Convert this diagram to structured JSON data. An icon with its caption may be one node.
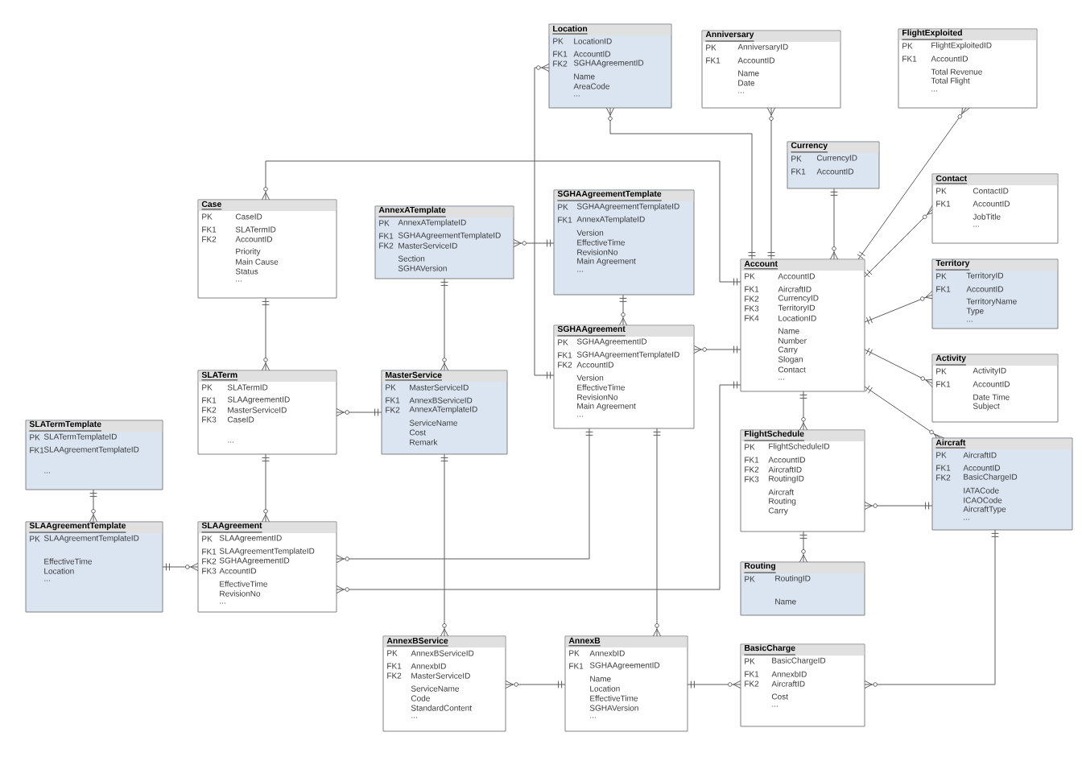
{
  "diagram": {
    "nodes": [
      {
        "text": [
          "Location",
          "PK",
          "LocationID",
          "FK1",
          "AccountID",
          "FK2",
          "SGHAAgreementID",
          "Name",
          "AreaCode",
          "..."
        ]
      },
      {
        "text": [
          "Anniversary",
          "PK",
          "AnniversaryID",
          "FK1",
          "AccountID",
          "Name",
          "Date",
          "..."
        ]
      },
      {
        "text": [
          "FlightExploited",
          "PK",
          "FlightExploitedID",
          "FK1",
          "AccountID",
          "Total Revenue",
          "Total Flight",
          "..."
        ]
      },
      {
        "text": [
          "Currency",
          "PK",
          "CurrencyID",
          "FK1",
          "AccountID"
        ]
      },
      {
        "text": [
          "Contact",
          "PK",
          "ContactID",
          "FK1",
          "AccountID",
          "JobTitle",
          "..."
        ]
      },
      {
        "text": [
          "Case",
          "PK",
          "CaseID",
          "FK1",
          "SLATermID",
          "FK2",
          "AccountID",
          "Priority",
          "Main Cause",
          "Status",
          "..."
        ]
      },
      {
        "text": [
          "AnnexATemplate",
          "PK",
          "AnnexATemplateID",
          "FK1",
          "SGHAAgreementTemplateID",
          "FK2",
          "MasterServiceID",
          "Section",
          "SGHAVersion"
        ]
      },
      {
        "text": [
          "SGHAAgreementTemplate",
          "PK",
          "SGHAAgreementTemplateID",
          "FK1",
          "AnnexATemplateID",
          "Version",
          "EffectiveTime",
          "RevisionNo",
          "Main Agreement",
          "..."
        ]
      },
      {
        "text": [
          "Account",
          "PK",
          "AccountID",
          "FK1",
          "AircraftID",
          "FK2",
          "CurrencyID",
          "FK3",
          "TerritoryID",
          "FK4",
          "LocationID",
          "Name",
          "Number",
          "Carry",
          "Slogan",
          "Contact",
          "..."
        ]
      },
      {
        "text": [
          "Territory",
          "PK",
          "TerritoryID",
          "FK1",
          "AccountID",
          "TerritoryName",
          "Type",
          "..."
        ]
      },
      {
        "text": [
          "SGHAAgreement",
          "PK",
          "SGHAAgreementID",
          "FK1",
          "SGHAAgreementTemplateID",
          "FK2",
          "AccountID",
          "Version",
          "EffectiveTime",
          "RevisionNo",
          "Main Agreement",
          "..."
        ]
      },
      {
        "text": [
          "Activity",
          "PK",
          "ActivityID",
          "FK1",
          "AccountID",
          "Date Time",
          "Subject"
        ]
      },
      {
        "text": [
          "SLATerm",
          "PK",
          "SLATermID",
          "FK1",
          "SLAAgreementID",
          "FK2",
          "MasterServiceID",
          "FK3",
          "CaseID",
          "..."
        ]
      },
      {
        "text": [
          "MasterService",
          "PK",
          "MasterServiceID",
          "FK1",
          "AnnexBServiceID",
          "FK2",
          "AnnexATemplateID",
          "ServiceName",
          "Cost",
          "Remark"
        ]
      },
      {
        "text": [
          "SLATermTemplate",
          "PK",
          "SLATermTemplateID",
          "FK1",
          "SLAAgreementTemplateID",
          "..."
        ]
      },
      {
        "text": [
          "FlightSchedule",
          "PK",
          "FlightScheduleID",
          "FK1",
          "AccountID",
          "FK2",
          "AircraftID",
          "FK3",
          "RoutingID",
          "Aircraft",
          "Routing",
          "Carry"
        ]
      },
      {
        "text": [
          "Aircraft",
          "PK",
          "AircraftID",
          "FK1",
          "AccountID",
          "FK2",
          "BasicChargeID",
          "IATACode",
          "ICAOCode",
          "AircraftType",
          "..."
        ]
      },
      {
        "text": [
          "SLAAgreementTemplate",
          "PK",
          "SLAAgreementTemplateID",
          "EffectiveTime",
          "Location",
          "..."
        ]
      },
      {
        "text": [
          "SLAAgreement",
          "PK",
          "SLAAgreementID",
          "FK1",
          "SLAAgreementTemplateID",
          "FK2",
          "SGHAAgreementID",
          "FK3",
          "AccountID",
          "EffectiveTime",
          "RevisionNo",
          "..."
        ]
      },
      {
        "text": [
          "Routing",
          "PK",
          "RoutingID",
          "Name"
        ]
      },
      {
        "text": [
          "AnnexBService",
          "PK",
          "AnnexBServiceID",
          "FK1",
          "AnnexbID",
          "FK2",
          "MasterServiceID",
          "ServiceName",
          "Code",
          "StandardContent",
          "..."
        ]
      },
      {
        "text": [
          "AnnexB",
          "PK",
          "AnnexbID",
          "FK1",
          "SGHAAgreementID",
          "Name",
          "Location",
          "EffectiveTime",
          "SGHAVersion",
          "..."
        ]
      },
      {
        "text": [
          "BasicCharge",
          "PK",
          "BasicChargeID",
          "FK1",
          "AnnexbID",
          "FK2",
          "AircraftID",
          "Cost",
          "..."
        ]
      }
    ],
    "edges": [
      {
        "from": 8,
        "to": 5,
        "arrow": "other"
      },
      {
        "from": 8,
        "to": 0,
        "arrow": "other"
      },
      {
        "from": 10,
        "to": 0,
        "arrow": "other"
      },
      {
        "from": 8,
        "to": 1,
        "arrow": "other"
      },
      {
        "from": 3,
        "to": 8,
        "arrow": "other"
      },
      {
        "from": 8,
        "to": 2,
        "arrow": "other"
      },
      {
        "from": 8,
        "to": 4,
        "arrow": "other"
      },
      {
        "from": 8,
        "to": 9,
        "arrow": "other"
      },
      {
        "from": 8,
        "to": 11,
        "arrow": "other"
      },
      {
        "from": 8,
        "to": 16,
        "arrow": "other"
      },
      {
        "from": 8,
        "to": 15,
        "arrow": "other"
      },
      {
        "from": 8,
        "to": 10,
        "arrow": "other"
      },
      {
        "from": 8,
        "to": 18,
        "arrow": "other"
      },
      {
        "from": 5,
        "to": 12,
        "arrow": "other"
      },
      {
        "from": 12,
        "to": 18,
        "arrow": "other"
      },
      {
        "from": 13,
        "to": 12,
        "arrow": "other"
      },
      {
        "from": 14,
        "to": 17,
        "arrow": "other"
      },
      {
        "from": 17,
        "to": 18,
        "arrow": "other"
      },
      {
        "from": 10,
        "to": 18,
        "arrow": "other"
      },
      {
        "from": 7,
        "to": 6,
        "arrow": "other"
      },
      {
        "from": 6,
        "to": 13,
        "arrow": "other"
      },
      {
        "from": 7,
        "to": 10,
        "arrow": "other"
      },
      {
        "from": 13,
        "to": 20,
        "arrow": "other"
      },
      {
        "from": 10,
        "to": 21,
        "arrow": "other"
      },
      {
        "from": 21,
        "to": 20,
        "arrow": "other"
      },
      {
        "from": 21,
        "to": 22,
        "arrow": "other"
      },
      {
        "from": 16,
        "to": 22,
        "arrow": "other"
      },
      {
        "from": 16,
        "to": 15,
        "arrow": "other"
      },
      {
        "from": 15,
        "to": 19,
        "arrow": "other"
      }
    ]
  }
}
